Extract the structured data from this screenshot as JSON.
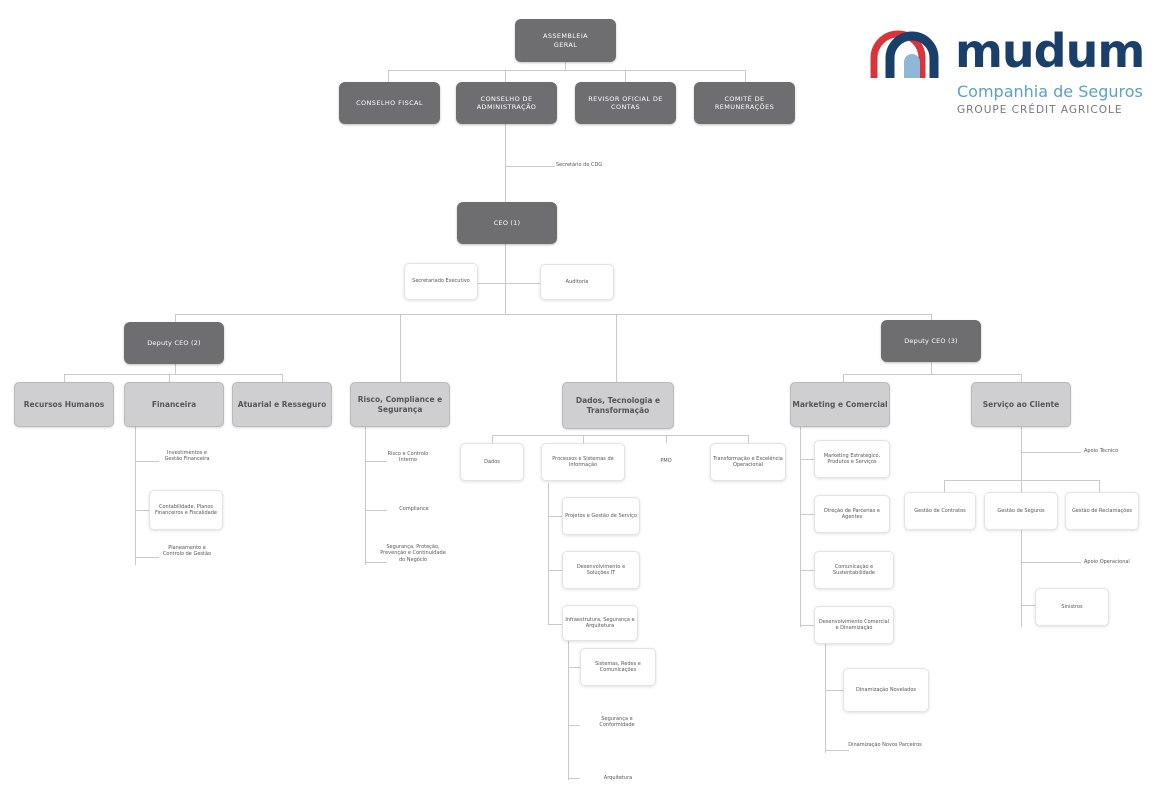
{
  "logo": {
    "name": "mudum",
    "subtitle": "Companhia de Seguros",
    "group": "GROUPE CRÉDIT AGRICOLE",
    "colors": {
      "primary": "#1a3f6a",
      "subtitle": "#5aa0c8",
      "arc_red": "#d9343a",
      "arc_light": "#8fb8d8"
    }
  },
  "governance": {
    "assembleia": "ASSEMBLEIA GERAL",
    "conselho_fiscal": "CONSELHO FISCAL",
    "conselho_admin": "CONSELHO DE ADMINISTRAÇÃO",
    "revisor": "REVISOR OFICIAL DE CONTAS",
    "comite": "COMITÉ DE REMUNERAÇÕES",
    "secretario": "Secretário do CDG"
  },
  "ceo": {
    "label": "CEO (1)",
    "secretariado": "Secretariado Executivo",
    "auditoria": "Auditoria"
  },
  "left": {
    "deputy": "Deputy CEO (2)",
    "rh": "Recursos Humanos",
    "financeira": "Financeira",
    "atuarial": "Atuarial e Resseguro",
    "financeira_children": [
      "Investimentos e Gestão Financeira",
      "Contabilidade, Planos Financeiros e Fiscalidade",
      "Planeamento e Controlo de Gestão"
    ],
    "risco": "Risco, Compliance e Segurança",
    "risco_children": [
      "Risco e Controlo Interno",
      "Compliance",
      "Segurança, Proteção, Prevenção e Continuidade do Negócio"
    ]
  },
  "dados": {
    "title": "Dados, Tecnologia e Transformação",
    "top_children": [
      "Dados",
      "Processos e Sistemas de Informação",
      "PMO",
      "Transformação e Excelência Operacional"
    ],
    "sub_children": [
      "Projetos e Gestão de Serviço",
      "Desenvolvimento e Soluções IT",
      "Infraestrutura, Segurança e Arquitetura"
    ],
    "infra_children": [
      "Sistemas, Redes e Comunicações",
      "Segurança e Conformidade",
      "Arquitetura"
    ]
  },
  "right": {
    "deputy": "Deputy CEO (3)",
    "marketing": "Marketing e Comercial",
    "marketing_children": [
      "Marketing Estratégico, Produtos e Serviços",
      "Direção de Parcerias e Agentes",
      "Comunicação e Sustentabilidade",
      "Desenvolvimento Comercial e Dinamização"
    ],
    "dev_children": [
      "Dinamização Novelados",
      "Dinamização Novos Parceiros"
    ],
    "servico": "Serviço ao Cliente",
    "apoio_tecnico": "Apoio Técnico",
    "servico_children": [
      "Gestão de Contratos",
      "Gestão de Seguros",
      "Gestão de Reclamações"
    ],
    "apoio_operacional": "Apoio Operacional",
    "sinistros": "Sinistros"
  }
}
